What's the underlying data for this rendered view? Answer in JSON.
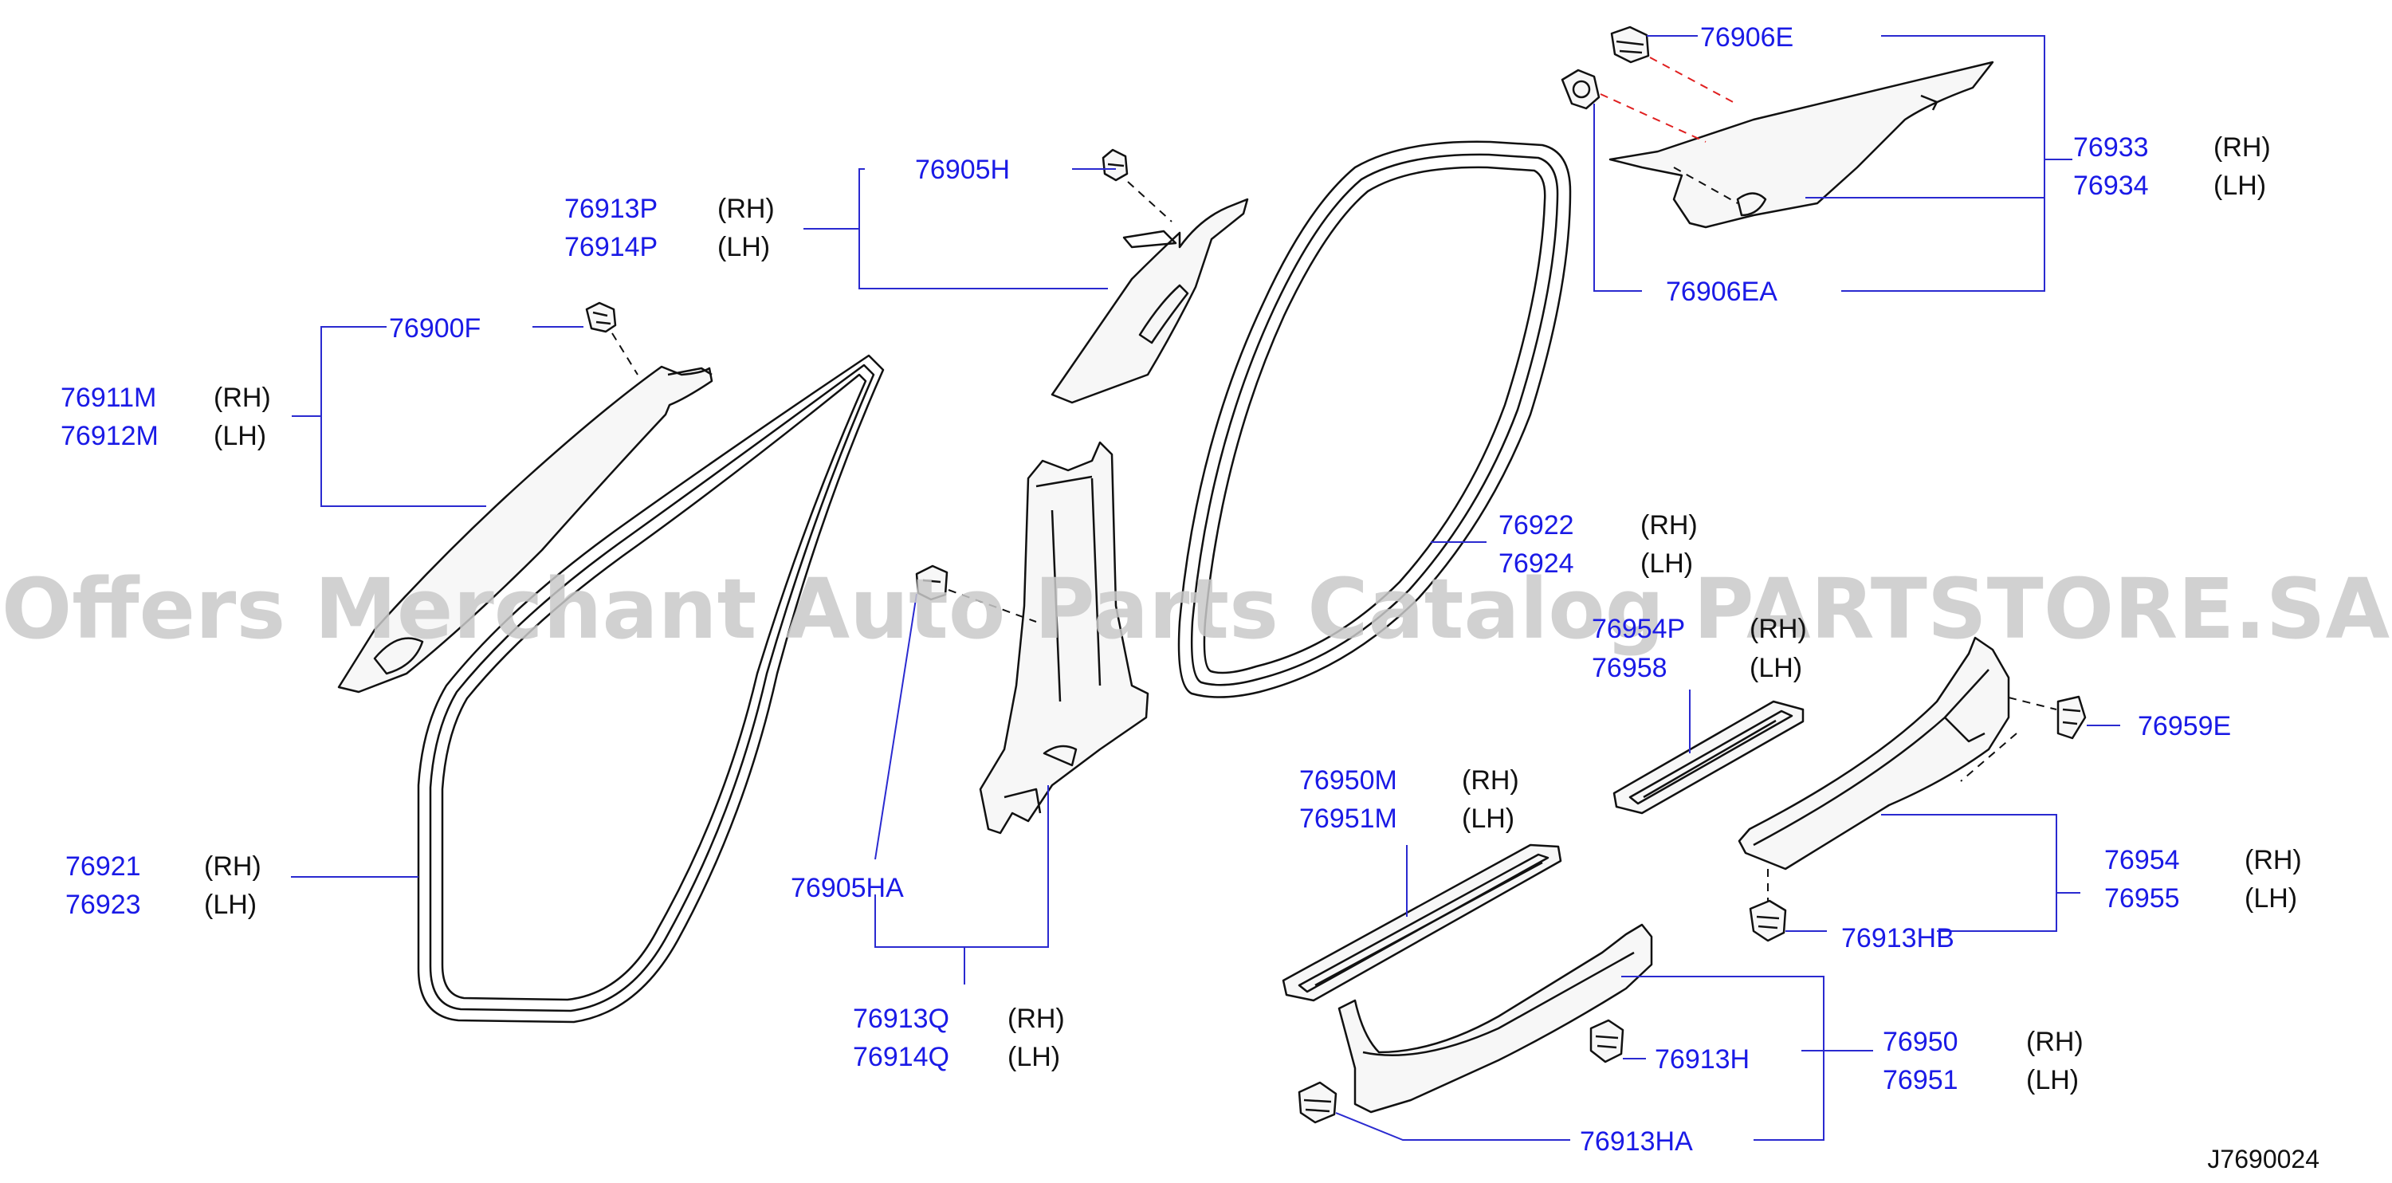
{
  "watermark": "Offers Merchant Auto Parts Catalog PARTSTORE.SA",
  "diagram_code": "J7690024",
  "colors": {
    "label": "#1a1ae6",
    "leader": "#2a2ad0",
    "part_outline": "#111111",
    "accent_dash": "#e02020",
    "watermark": "#c9c9c9"
  },
  "labels": {
    "p76906E": "76906E",
    "p76933": "76933",
    "p76933_side": "(RH)",
    "p76934": "76934",
    "p76934_side": "(LH)",
    "p76906EA": "76906EA",
    "p76905H": "76905H",
    "p76913P": "76913P",
    "p76913P_side": "(RH)",
    "p76914P": "76914P",
    "p76914P_side": "(LH)",
    "p76900F": "76900F",
    "p76911M": "76911M",
    "p76911M_side": "(RH)",
    "p76912M": "76912M",
    "p76912M_side": "(LH)",
    "p76922": "76922",
    "p76922_side": "(RH)",
    "p76924": "76924",
    "p76924_side": "(LH)",
    "p76954P": "76954P",
    "p76954P_side": "(RH)",
    "p76958": "76958",
    "p76958_side": "(LH)",
    "p76959E": "76959E",
    "p76950M": "76950M",
    "p76950M_side": "(RH)",
    "p76951M": "76951M",
    "p76951M_side": "(LH)",
    "p76921": "76921",
    "p76921_side": "(RH)",
    "p76923": "76923",
    "p76923_side": "(LH)",
    "p76905HA": "76905HA",
    "p76954": "76954",
    "p76954_side": "(RH)",
    "p76955": "76955",
    "p76955_side": "(LH)",
    "p76913HB": "76913HB",
    "p76913Q": "76913Q",
    "p76913Q_side": "(RH)",
    "p76914Q": "76914Q",
    "p76914Q_side": "(LH)",
    "p76950": "76950",
    "p76950_side": "(RH)",
    "p76951": "76951",
    "p76951_side": "(LH)",
    "p76913H": "76913H",
    "p76913HA": "76913HA"
  }
}
